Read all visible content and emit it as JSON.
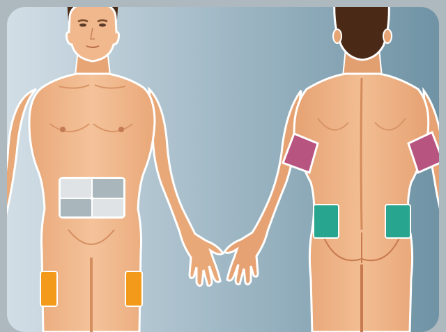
{
  "colors": {
    "frame": "#aeb9bf",
    "bg_left": "#d2dee6",
    "bg_right": "#6f93a5",
    "skin": "#efb48a",
    "skin_light": "#f6c9a2",
    "skin_shadow": "#d9925f",
    "hair": "#4a2a17",
    "outline": "#ffffff",
    "abdomen_quadrant_dark": "#a9b6bb",
    "abdomen_quadrant_light": "#dfe3e6",
    "thigh_site": "#f39a1a",
    "upper_arm_site": "#b7547f",
    "lower_back_site": "#27a58e"
  },
  "figures": {
    "front": {
      "sites": [
        {
          "id": "abdomen",
          "color_key": "abdomen_quadrant_dark",
          "quadrants": 4
        },
        {
          "id": "thigh-left",
          "color_key": "thigh_site"
        },
        {
          "id": "thigh-right",
          "color_key": "thigh_site"
        }
      ]
    },
    "back": {
      "sites": [
        {
          "id": "upper-arm-left",
          "color_key": "upper_arm_site"
        },
        {
          "id": "upper-arm-right",
          "color_key": "upper_arm_site"
        },
        {
          "id": "lower-back-left",
          "color_key": "lower_back_site"
        },
        {
          "id": "lower-back-right",
          "color_key": "lower_back_site"
        }
      ]
    }
  }
}
